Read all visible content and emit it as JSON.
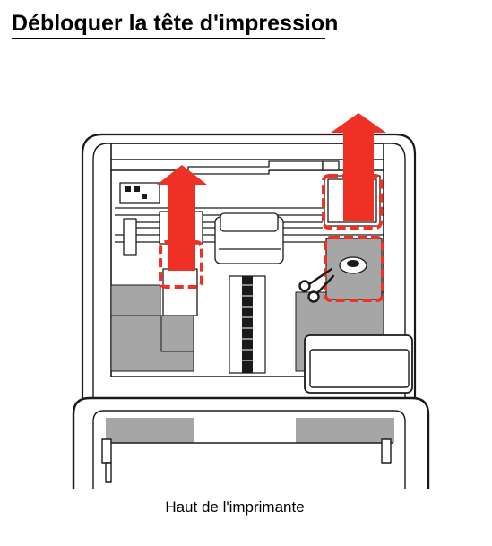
{
  "page": {
    "title": "Débloquer la tête d'impression",
    "caption": "Haut de l'imprimante"
  },
  "illustration": {
    "subject": "printer-top-view",
    "colors": {
      "highlight": "#ee3124",
      "panel": "#a6a6a6",
      "line": "#1a1a1a"
    },
    "icons": [
      "arrow-up-icon",
      "scissors-icon"
    ]
  }
}
